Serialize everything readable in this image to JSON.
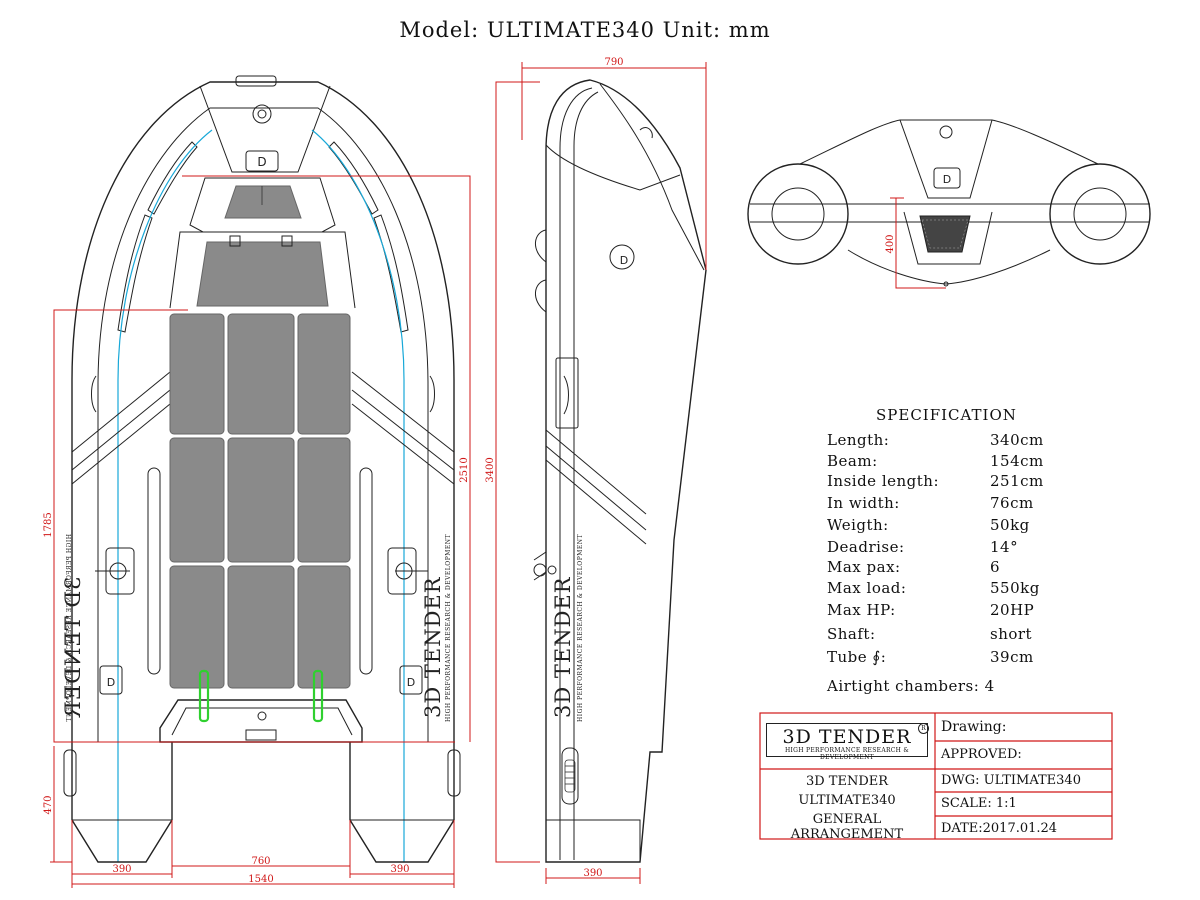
{
  "title": "Model: ULTIMATE340   Unit: mm",
  "dimensions": {
    "top_width": "790",
    "overall_length": "3400",
    "inside_length": "2510",
    "deck_length": "1785",
    "tail_length": "470",
    "tube_left": "390",
    "tube_right": "390",
    "inside_width": "760",
    "beam": "1540",
    "side_tube": "390",
    "front_height": "400"
  },
  "hull_text": {
    "brand": "3D TENDER",
    "tagline": "HIGH PERFORMANCE RESEARCH & DEVELOPMENT"
  },
  "specification": {
    "heading": "SPECIFICATION",
    "rows": [
      {
        "label": "Length:",
        "value": "340cm"
      },
      {
        "label": "Beam:",
        "value": "154cm"
      },
      {
        "label": "Inside length:",
        "value": "251cm"
      },
      {
        "label": "In width:",
        "value": "76cm"
      },
      {
        "label": "Weigth:",
        "value": "50kg"
      },
      {
        "label": "Deadrise:",
        "value": "14°"
      },
      {
        "label": "Max pax:",
        "value": "6"
      },
      {
        "label": "Max load:",
        "value": "550kg"
      },
      {
        "label": "Max HP:",
        "value": "20HP"
      },
      {
        "label": "Shaft:",
        "value": "short"
      },
      {
        "label": "Tube ∮:",
        "value": "39cm"
      }
    ],
    "airtight": "Airtight chambers: 4"
  },
  "title_block": {
    "logo_main": "3D TENDER",
    "logo_sub": "HIGH PERFORMANCE RESEARCH & DEVELOPMENT",
    "logo_reg": "R",
    "drawing": "Drawing:",
    "approved": "APPROVED:",
    "dwg": "DWG: ULTIMATE340",
    "scale": "SCALE: 1:1",
    "date": "DATE:2017.01.24",
    "desc_line1": "3D TENDER",
    "desc_line2": "ULTIMATE340",
    "desc_line3": "GENERAL ARRANGEMENT"
  },
  "colors": {
    "dimension": "#d01818",
    "tube_line": "#18a8d8",
    "handle": "#2fd02f",
    "deck_pad": "#8a8a8a"
  }
}
